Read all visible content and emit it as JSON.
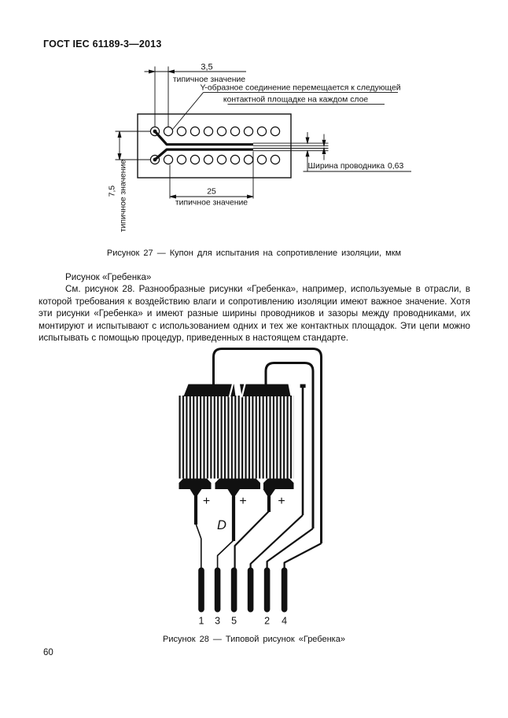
{
  "page": {
    "header": "ГОСТ IEC 61189-3—2013",
    "page_number": "60"
  },
  "figure27": {
    "caption": "Рисунок 27 — Купон для испытания на сопротивление изоляции, мкм",
    "dim_top_value": "3,5",
    "dim_top_label": "типичное значение",
    "annotation_line1": "Y-образное соединение перемещается к следующей",
    "annotation_line2": "контактной площадке на каждом слое",
    "dim_left_value": "7,5",
    "dim_left_label": "типичное значение",
    "dim_bottom_value": "25",
    "dim_bottom_label": "типичное значение",
    "conductor_width_label": "Ширина проводника",
    "conductor_width_value": "0,63"
  },
  "body": {
    "heading": "Рисунок «Гребенка»",
    "paragraph": "См. рисунок 28. Разнообразные рисунки «Гребенка», например, используемые в отрасли, в которой требования к воздействию влаги и сопротивлению изоляции имеют важное значение. Хотя эти рисунки «Гребенка» и имеют разные ширины проводников и зазоры между проводниками, их монтируют и испытывают с использованием одних и тех же контактных площадок. Эти цепи можно испытывать с помощью процедур, приведенных в настоящем стандарте."
  },
  "figure28": {
    "caption": "Рисунок 28 — Типовой рисунок «Гребенка»",
    "region_label": "D",
    "plus_mark": "+",
    "pad_labels": [
      "1",
      "3",
      "5",
      "2",
      "4"
    ]
  },
  "colors": {
    "ink": "#111111",
    "background": "#ffffff"
  }
}
